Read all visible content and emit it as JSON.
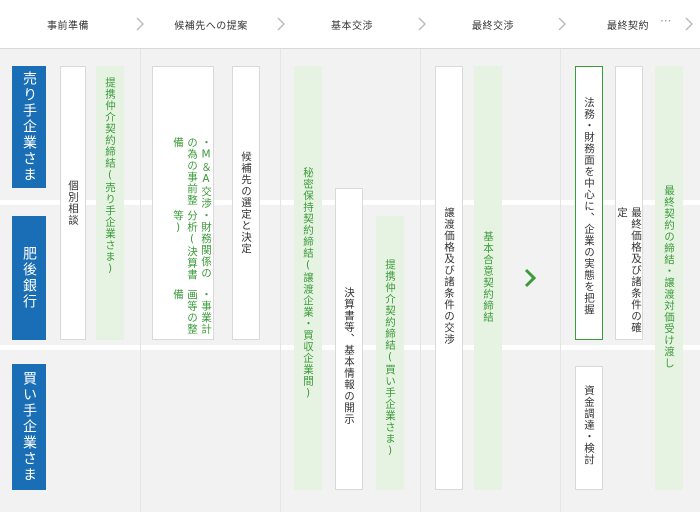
{
  "stages": [
    {
      "label": "事前準備"
    },
    {
      "label": "候補先への提案"
    },
    {
      "label": "基本交渉"
    },
    {
      "label": "最終交渉"
    },
    {
      "label": "最終契約"
    }
  ],
  "more_label": "···",
  "parties": {
    "seller": "売り手企業さま",
    "bank": "肥後銀行",
    "buyer": "買い手企業さま"
  },
  "tasks": {
    "individual_consult": "個別相談",
    "seller_agreement": "提携仲介契約締結(売り手企業さま)",
    "ma_prep": "・M＆A交渉の為の事前整備",
    "fin_analysis": "・財務関係の分析(決算書等)",
    "biz_plan": "・事業計画等の整備",
    "candidate_select": "候補先の選定と決定",
    "nda": "秘密保持契約締結(譲渡企業・買収企業間)",
    "disclosure": "決算書等、基本情報の開示",
    "buyer_agreement": "提携仲介契約締結(買い手企業さま)",
    "price_negotiation": "譲渡価格及び諸条件の交渉",
    "basic_agreement": "基本合意契約締結",
    "due_diligence": "法務・財務面を中心に、企業の実態を把握",
    "final_price": "最終価格及び諸条件の確定",
    "financing": "資金調達・検討",
    "final_contract": "最終契約の締結・譲渡対価受け渡し"
  },
  "colors": {
    "party_blue": "#1a6eb5",
    "task_green_bg": "#e7f3e2",
    "task_green_text": "#3b9b3b",
    "band_gray": "#f2f2f2"
  }
}
